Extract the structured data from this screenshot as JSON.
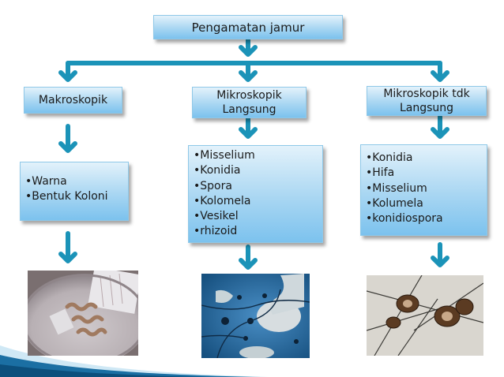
{
  "title": "Pengamatan jamur",
  "branches": [
    {
      "heading": [
        "Makroskopik"
      ],
      "items": [
        "•Warna",
        "•Bentuk Koloni"
      ],
      "photo_icon": "petri-dish-colony-photo"
    },
    {
      "heading": [
        "Mikroskopik",
        "Langsung"
      ],
      "items": [
        "•Misselium",
        "•Konidia",
        "•Spora",
        "•Kolomela",
        "•Vesikel",
        "•rhizoid"
      ],
      "photo_icon": "stained-micrograph-photo"
    },
    {
      "heading": [
        "Mikroskopik tdk",
        "Langsung"
      ],
      "items": [
        "•Konidia",
        "•Hifa",
        "•Misselium",
        "•Kolumela",
        "•konidiospora"
      ],
      "photo_icon": "sporangia-micrograph-photo"
    }
  ],
  "colors": {
    "arrow": "#1b93b8",
    "box_top": "#e3f2fb",
    "box_bottom": "#7cc2ee",
    "swoosh_dark": "#0c4f7c",
    "swoosh_light": "#9dd0ea"
  }
}
